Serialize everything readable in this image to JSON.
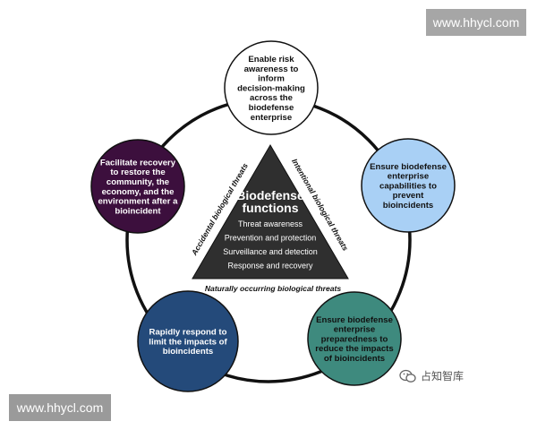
{
  "center": {
    "title_lines": [
      "Biodefense",
      "functions"
    ],
    "items": [
      "Threat awareness",
      "Prevention and protection",
      "Surveillance and detection",
      "Response and recovery"
    ],
    "color": "#2f2f2f"
  },
  "threats": {
    "left": "Accidental biological threats",
    "right": "Intentional biological threats",
    "bottom": "Naturally occurring biological threats"
  },
  "nodes": [
    {
      "id": "top",
      "lines": [
        "Enable risk",
        "awareness to",
        "inform",
        "decision-making",
        "across the",
        "biodefense",
        "enterprise"
      ],
      "fill": "#ffffff",
      "text_color": "#111111"
    },
    {
      "id": "right",
      "lines": [
        "Ensure biodefense",
        "enterprise",
        "capabilities to",
        "prevent",
        "bioincidents"
      ],
      "fill": "#a9d0f5",
      "text_color": "#111111"
    },
    {
      "id": "bottom-right",
      "lines": [
        "Ensure biodefense",
        "enterprise",
        "preparedness to",
        "reduce the impacts",
        "of bioincidents"
      ],
      "fill": "#3e8a7e",
      "text_color": "#111111"
    },
    {
      "id": "bottom-left",
      "lines": [
        "Rapidly respond to",
        "limit the impacts of",
        "bioincidents"
      ],
      "fill": "#244a7a",
      "text_color": "#ffffff"
    },
    {
      "id": "left",
      "lines": [
        "Facilitate recovery",
        "to restore the",
        "community, the",
        "economy, and the",
        "environment after a",
        "bioincident"
      ],
      "fill": "#3c0f3d",
      "text_color": "#ffffff"
    }
  ],
  "watermarks": {
    "top": "www.hhycl.com",
    "bottom": "www.hhycl.com",
    "wechat": "占知智库"
  }
}
